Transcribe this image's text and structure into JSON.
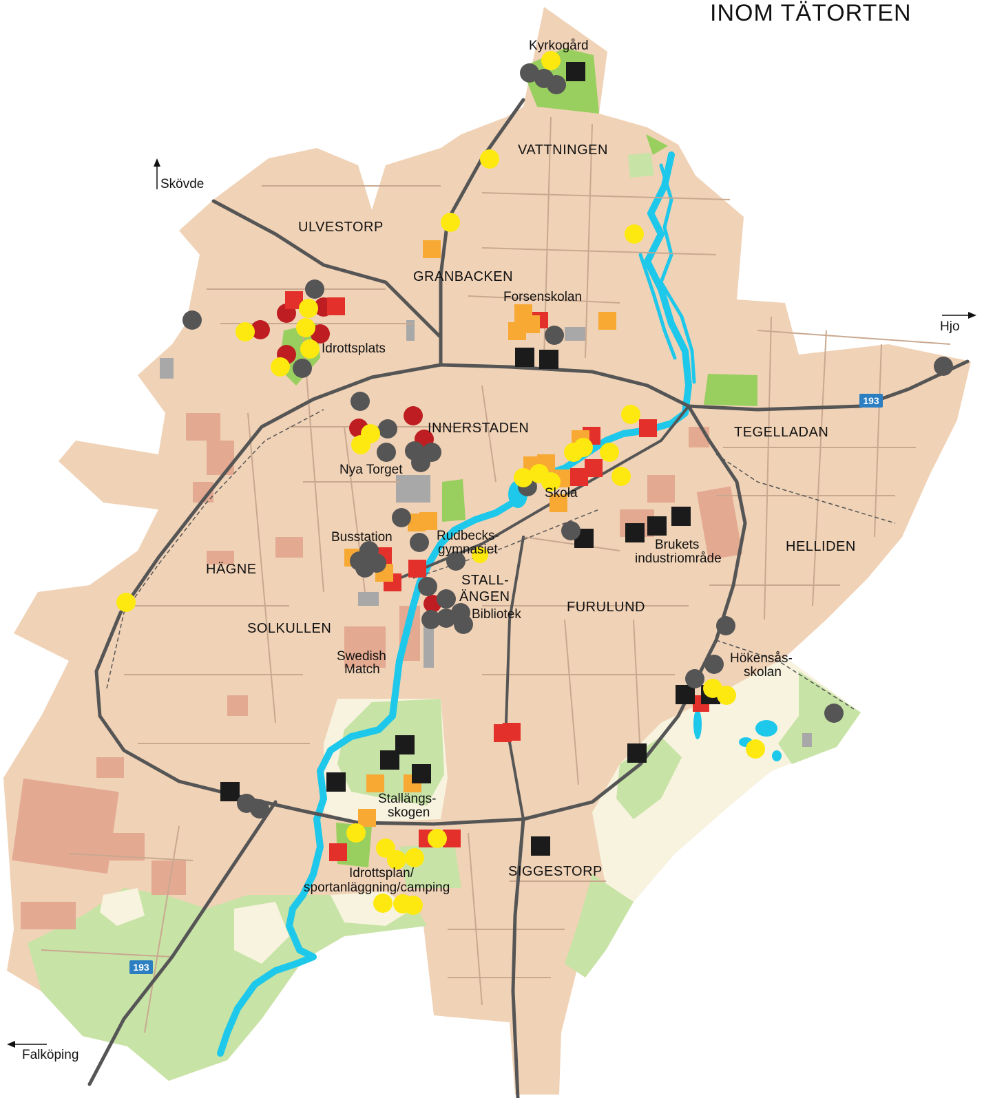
{
  "title": "INOM TÄTORTEN",
  "directions": {
    "skovde": "Skövde",
    "hjo": "Hjo",
    "falkoping": "Falköping"
  },
  "road_number": "193",
  "districts": {
    "vattningen": "VATTNINGEN",
    "ulvestorp": "ULVESTORP",
    "granbacken": "GRANBACKEN",
    "innerstaden": "INNERSTADEN",
    "tegelladan": "TEGELLADAN",
    "helliden": "HELLIDEN",
    "hagne": "HÄGNE",
    "solkullen": "SOLKULLEN",
    "stallangen_1": "STALL-",
    "stallangen_2": "ÄNGEN",
    "furulund": "FURULUND",
    "siggestorp": "SIGGESTORP"
  },
  "places": {
    "kyrkogard": "Kyrkogård",
    "forsenskolan": "Forsenskolan",
    "idrottsplats": "Idrottsplats",
    "nya_torget": "Nya Torget",
    "skola": "Skola",
    "busstation": "Busstation",
    "rudbecks_1": "Rudbecks-",
    "rudbecks_2": "gymnasiet",
    "bibliotek": "Bibliotek",
    "bruket_1": "Brukets",
    "bruket_2": "industriområde",
    "swedish_1": "Swedish",
    "swedish_2": "Match",
    "hokensas_1": "Hökensås-",
    "hokensas_2": "skolan",
    "stallangsskogen_1": "Stallängs-",
    "stallangsskogen_2": "skogen",
    "idrottsplan_1": "Idrottsplan/",
    "idrottsplan_2": "sportanläggning/camping"
  },
  "colors": {
    "land": "#f0d2b6",
    "park": "#99cf5f",
    "light_park": "#c8e3a6",
    "pale": "#f7f3df",
    "river": "#1ec8ea",
    "road": "#555555",
    "block": "#e3a991",
    "marker_yellow": "#fde910",
    "marker_red": "#e4302a",
    "marker_darkred": "#be1e22",
    "marker_orange": "#f8a934",
    "marker_gray": "#555555",
    "marker_black": "#1b1b1b",
    "shield": "#2a7ec1"
  }
}
